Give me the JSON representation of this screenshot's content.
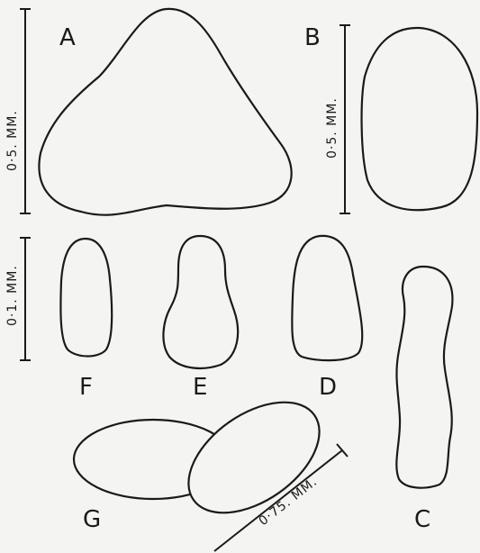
{
  "labels": {
    "A": "A",
    "B": "B",
    "C": "C",
    "D": "D",
    "E": "E",
    "F": "F",
    "G": "G"
  },
  "scales": {
    "a": "0·5. MM.",
    "b": "0·5. MM.",
    "f": "0·1. MM.",
    "g": "0·75. MM."
  }
}
